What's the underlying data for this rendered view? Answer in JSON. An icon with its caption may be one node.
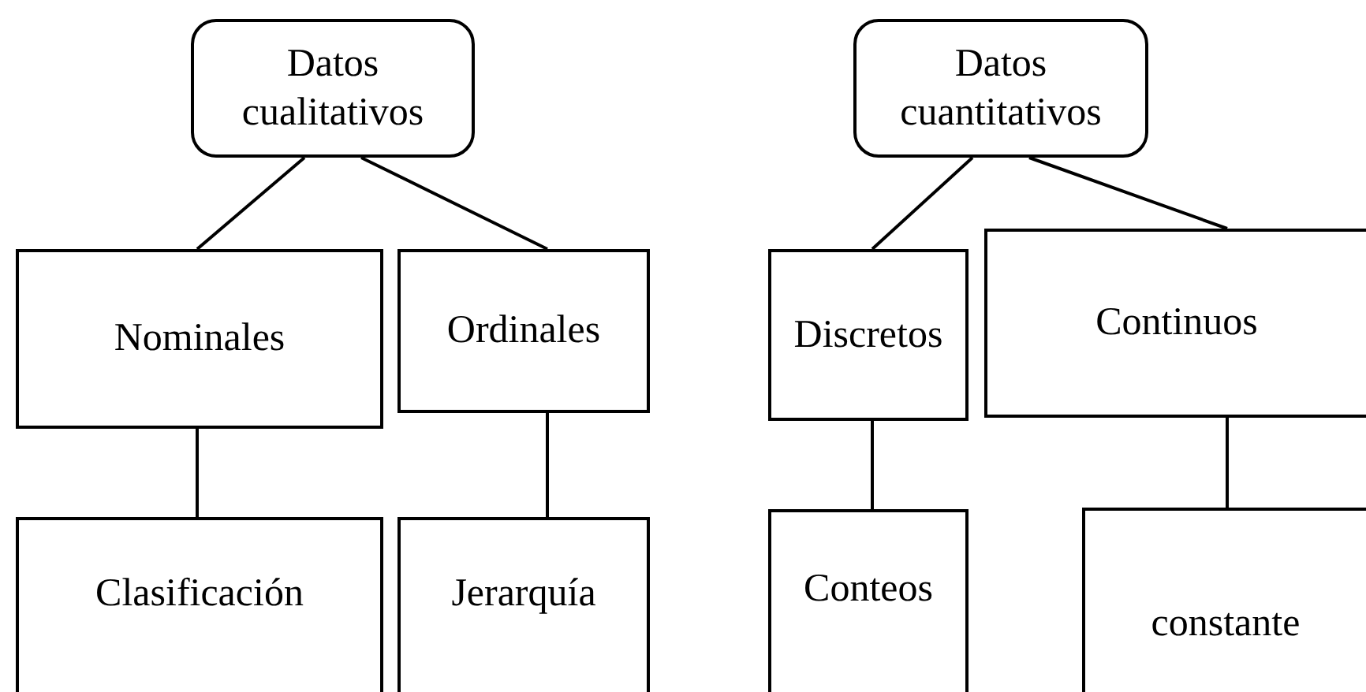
{
  "diagram": {
    "nodes": [
      {
        "text": [
          "Datos cualitativos"
        ]
      },
      {
        "text": [
          "Nominales"
        ]
      },
      {
        "text": [
          "Ordinales"
        ]
      },
      {
        "text": [
          "Clasificación"
        ]
      },
      {
        "text": [
          "Jerarquía"
        ]
      },
      {
        "text": [
          "Datos cuantitativos"
        ]
      },
      {
        "text": [
          "Discretos"
        ]
      },
      {
        "text": [
          "Continuos"
        ]
      },
      {
        "text": [
          "Conteos"
        ]
      },
      {
        "text": [
          "constante"
        ]
      }
    ],
    "edges": [
      {
        "from": 0,
        "to": 1,
        "arrow": "none"
      },
      {
        "from": 0,
        "to": 2,
        "arrow": "none"
      },
      {
        "from": 1,
        "to": 3,
        "arrow": "none"
      },
      {
        "from": 2,
        "to": 4,
        "arrow": "none"
      },
      {
        "from": 5,
        "to": 6,
        "arrow": "none"
      },
      {
        "from": 5,
        "to": 7,
        "arrow": "none"
      },
      {
        "from": 6,
        "to": 8,
        "arrow": "none"
      },
      {
        "from": 7,
        "to": 9,
        "arrow": "none"
      }
    ]
  }
}
